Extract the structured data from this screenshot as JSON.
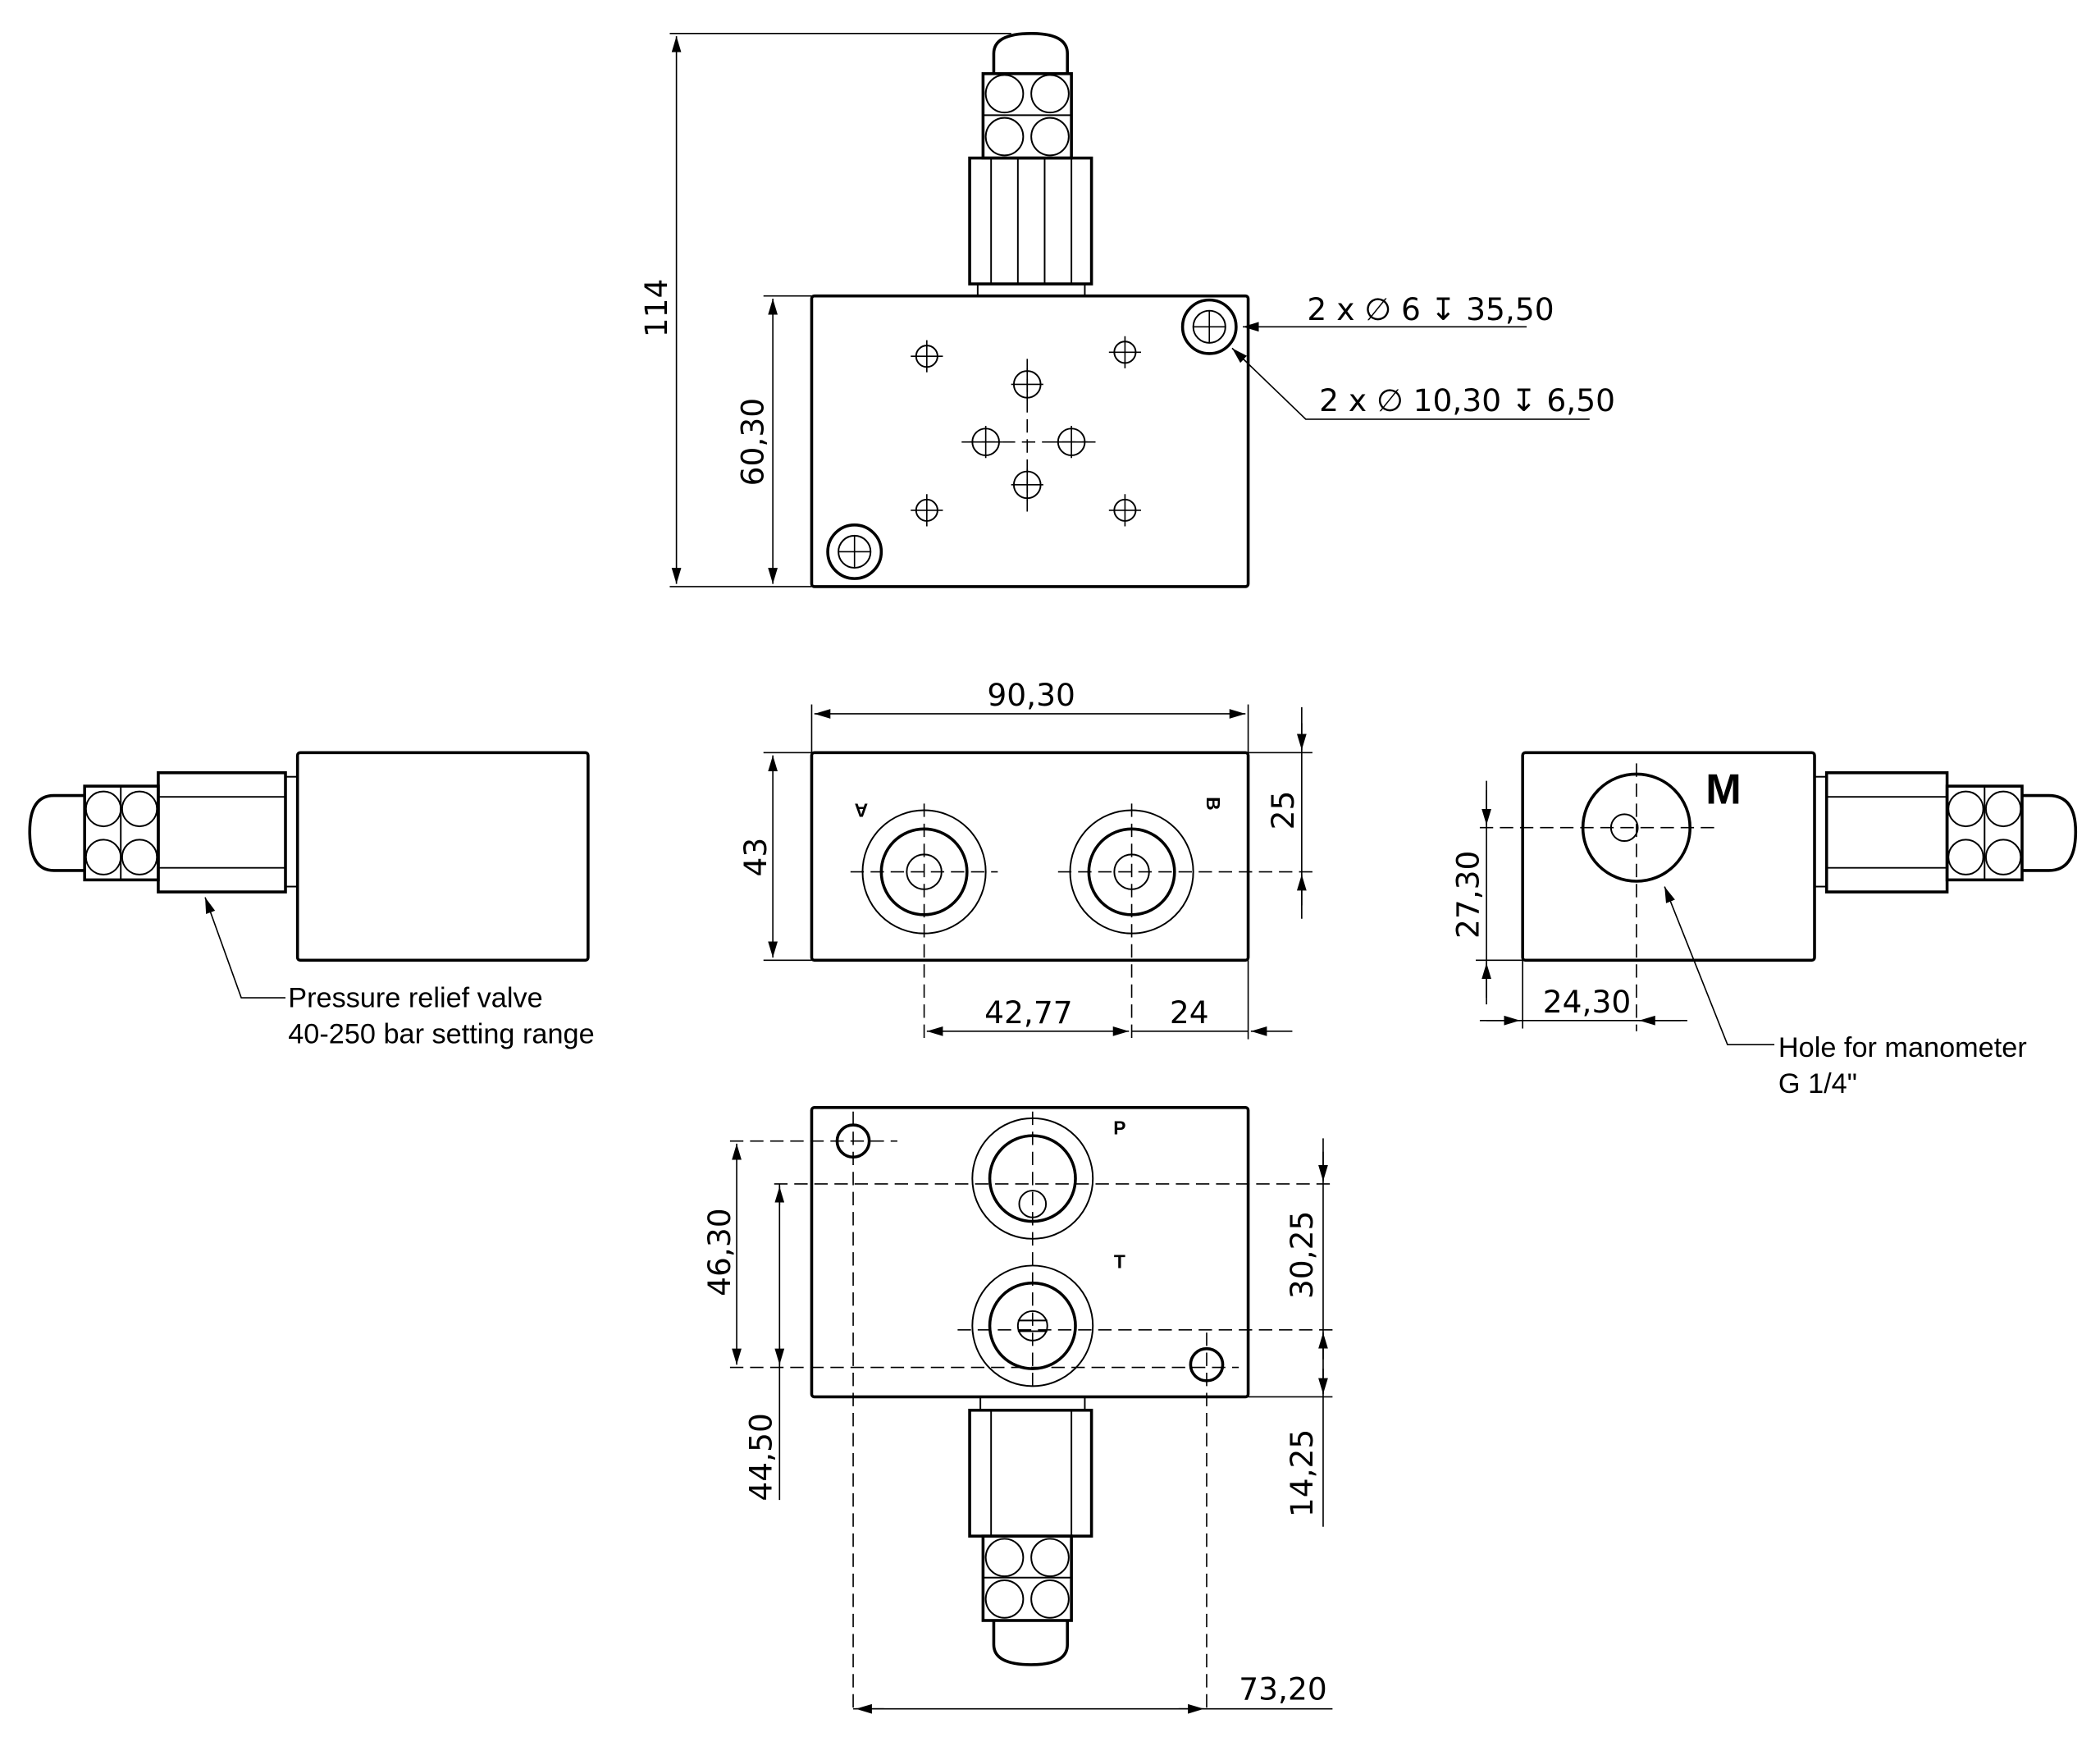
{
  "drawing": {
    "top_view": {
      "dim_height_total": "114",
      "dim_height_block": "60,30",
      "callout_hole_small": "2 x ∅ 6 ↧ 35,50",
      "callout_hole_counterbore": "2 x ∅ 10,30 ↧ 6,50"
    },
    "front_view": {
      "dim_width": "90,30",
      "dim_height": "43",
      "dim_port_height": "25",
      "dim_port_spacing": "42,77",
      "dim_port_offset": "24",
      "port_a": "A",
      "port_b": "B"
    },
    "left_view": {
      "note_line1": "Pressure relief valve",
      "note_line2": "40-250 bar setting range"
    },
    "right_view": {
      "port_m": "M",
      "dim_height": "27,30",
      "dim_offset": "24,30",
      "note_line1": "Hole for manometer",
      "note_line2": "G 1/4\""
    },
    "bottom_view": {
      "port_p": "P",
      "port_t": "T",
      "dim_46": "46,30",
      "dim_44": "44,50",
      "dim_30": "30,25",
      "dim_14": "14,25",
      "dim_73": "73,20"
    }
  }
}
